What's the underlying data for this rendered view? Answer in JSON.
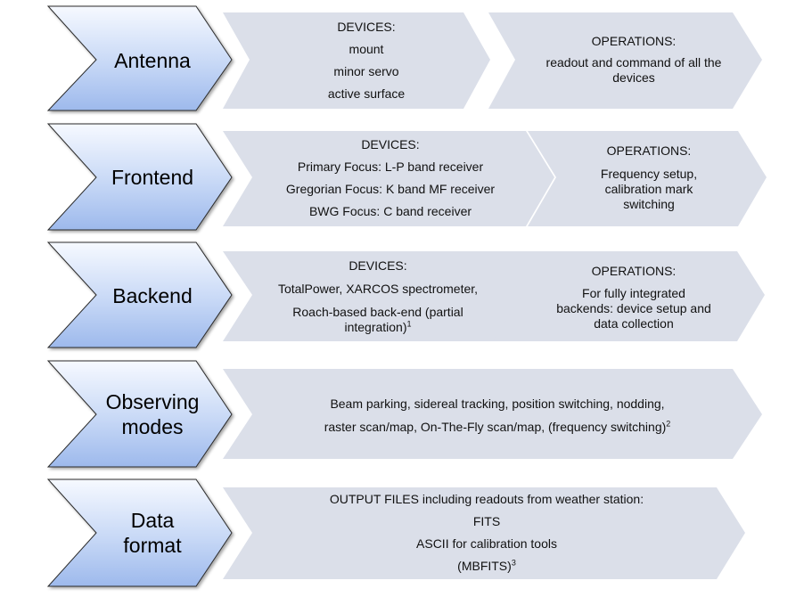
{
  "rows": [
    {
      "label": [
        "Antenna"
      ],
      "boxes": [
        {
          "lines": [
            "DEVICES:",
            "mount",
            "minor servo",
            "active surface"
          ]
        },
        {
          "lines": [
            "OPERATIONS:",
            "readout and command of all the",
            "devices"
          ]
        }
      ]
    },
    {
      "label": [
        "Frontend"
      ],
      "boxes": [
        {
          "lines": [
            "DEVICES:",
            "Primary Focus: L-P band receiver",
            "Gregorian Focus: K band MF receiver",
            "BWG Focus: C band receiver"
          ]
        },
        {
          "lines": [
            "OPERATIONS:",
            "Frequency setup,",
            "calibration mark",
            "switching"
          ]
        }
      ]
    },
    {
      "label": [
        "Backend"
      ],
      "boxes": [
        {
          "lines": [
            "DEVICES:",
            "TotalPower, XARCOS spectrometer,",
            "Roach-based back-end (partial",
            "integration)"
          ],
          "sup": "1"
        },
        {
          "lines": [
            "OPERATIONS:",
            "For fully integrated",
            "backends: device setup and",
            "data collection"
          ]
        }
      ]
    },
    {
      "label": [
        "Observing",
        "modes"
      ],
      "boxes": [
        {
          "lines": [
            "Beam parking, sidereal tracking, position switching, nodding,",
            "raster scan/map, On-The-Fly scan/map, (frequency switching)"
          ],
          "sup": "2"
        }
      ]
    },
    {
      "label": [
        "Data",
        "format"
      ],
      "boxes": [
        {
          "lines": [
            "OUTPUT FILES including readouts from weather station:",
            "FITS",
            "ASCII for calibration tools",
            "(MBFITS)"
          ],
          "sup": "3"
        }
      ]
    }
  ]
}
